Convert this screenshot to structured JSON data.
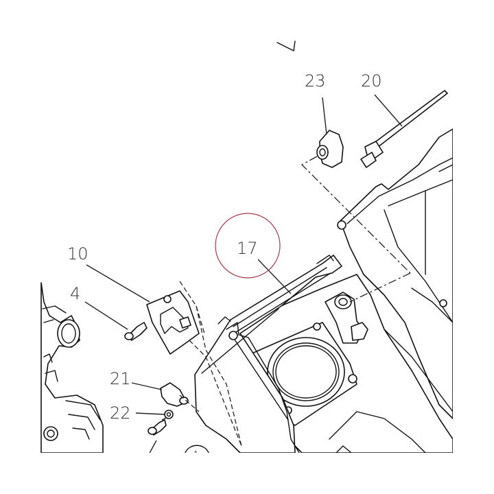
{
  "callouts": {
    "c23": "23",
    "c20": "20",
    "c17": "17",
    "c10": "10",
    "c4": "4",
    "c21": "21",
    "c22": "22"
  },
  "marker_letter": "A",
  "highlight_color": "#a83a4a"
}
